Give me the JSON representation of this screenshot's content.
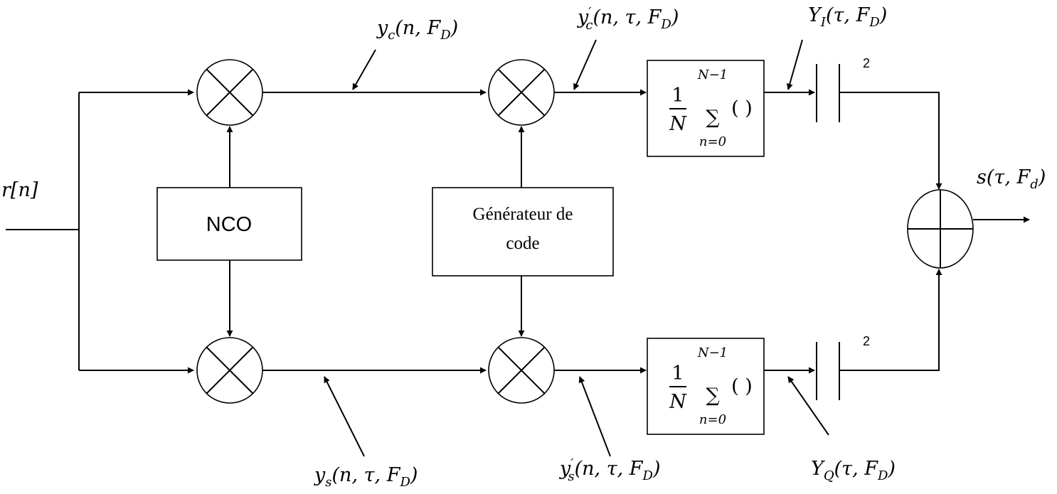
{
  "input": {
    "label": "r[n]"
  },
  "nco": {
    "label": "NCO"
  },
  "code_generator": {
    "line1": "Générateur de",
    "line2": "code"
  },
  "signals": {
    "yc": {
      "base": "y",
      "sub": "c",
      "args": "(n, F",
      "argsub": "D",
      "close": ")"
    },
    "yc_prime": {
      "base": "y",
      "sub": "c",
      "prime": "′",
      "args": "(n, τ, F",
      "argsub": "D",
      "close": ")"
    },
    "YI": {
      "base": "Y",
      "sub": "I",
      "args": "(τ, F",
      "argsub": "D",
      "close": ")"
    },
    "ys": {
      "base": "y",
      "sub": "s",
      "args": "(n, τ, F",
      "argsub": "D",
      "close": ")"
    },
    "ys_prime": {
      "base": "y",
      "sub": "s",
      "prime": "′",
      "args": "(n, τ, F",
      "argsub": "D",
      "close": ")"
    },
    "YQ": {
      "base": "Y",
      "sub": "Q",
      "args": "(τ, F",
      "argsub": "D",
      "close": ")"
    },
    "output": {
      "base": "s",
      "args": "(τ, F",
      "argsub": "d",
      "close": ")"
    }
  },
  "accumulator": {
    "num": "1",
    "den": "N",
    "sum": "∑",
    "upper": "N−1",
    "lower": "n=0",
    "parens": "( )"
  },
  "square_exponent": "2"
}
